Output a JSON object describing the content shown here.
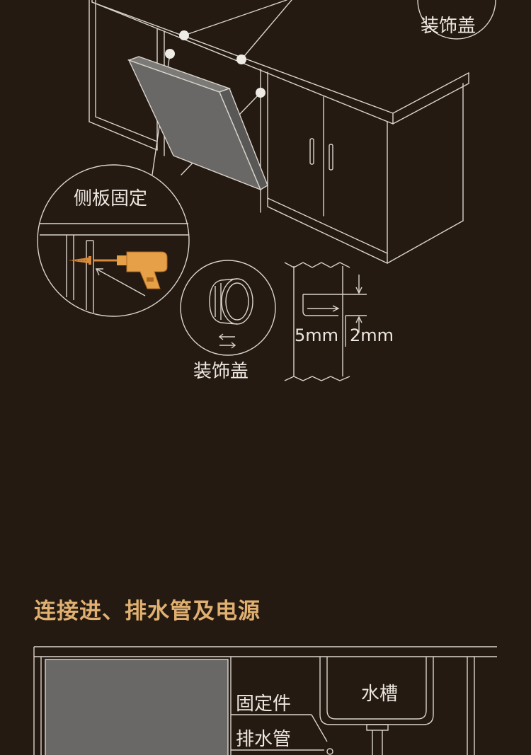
{
  "top_diagram": {
    "labels": {
      "cover_top": "装饰盖",
      "side_panel_fixing": "侧板固定",
      "cover_bottom": "装饰盖",
      "gap_5mm": "5mm",
      "gap_2mm": "2mm"
    }
  },
  "section": {
    "title": "连接进、排水管及电源"
  },
  "bottom_diagram": {
    "labels": {
      "sink": "水槽",
      "fixing_part": "固定件",
      "drain_pipe": "排水管"
    }
  },
  "colors": {
    "background": "#241a12",
    "line": "#d9d4cc",
    "title": "#e0b070",
    "panel": "#6a6866",
    "drill": "#e6a048"
  }
}
